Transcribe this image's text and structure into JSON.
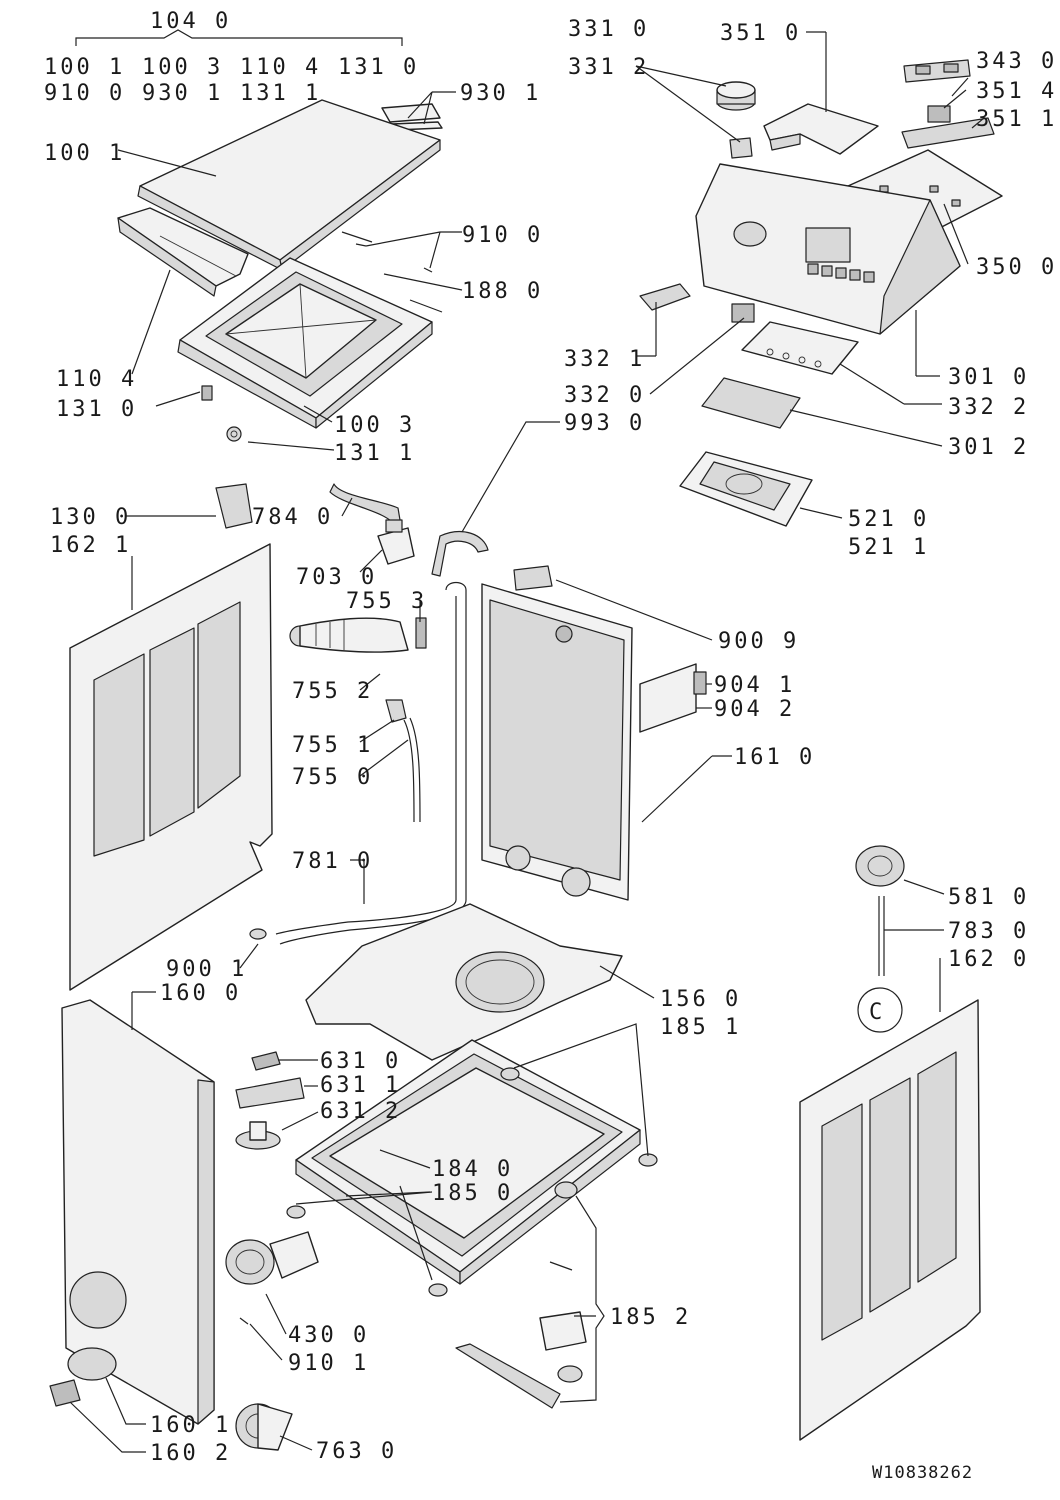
{
  "drawing_code": "W10838262",
  "labels": {
    "l1040": "104 0",
    "l1001a": "100 1",
    "l1003a": "100 3",
    "l1104a": "110 4",
    "l1310a": "131 0",
    "l9100a": "910 0",
    "l9301a": "930 1",
    "l1311a": "131 1",
    "l9301b": "930 1",
    "l1001b": "100 1",
    "l9100b": "910 0",
    "l1880": "188 0",
    "l1104b": "110 4",
    "l1310b": "131 0",
    "l1003b": "100 3",
    "l1311b": "131 1",
    "l3310": "331 0",
    "l3312": "331 2",
    "l3510": "351 0",
    "l3430": "343 0",
    "l3514": "351 4",
    "l3511": "351 1",
    "l3500": "350 0",
    "l3321": "332 1",
    "l3320": "332 0",
    "l9930": "993 0",
    "l3010": "301 0",
    "l3322": "332 2",
    "l3012": "301 2",
    "l5210": "521 0",
    "l5211": "521 1",
    "l1300": "130 0",
    "l1621": "162 1",
    "l7840": "784 0",
    "l7030": "703 0",
    "l7553": "755 3",
    "l7552": "755 2",
    "l7551": "755 1",
    "l7550": "755 0",
    "l9009": "900 9",
    "l9041": "904 1",
    "l9042": "904 2",
    "l1610": "161 0",
    "l7810": "781 0",
    "l9001": "900 1",
    "l1600": "160 0",
    "l5810": "581 0",
    "l7830": "783 0",
    "l1620": "162 0",
    "l1560": "156 0",
    "l1851": "185 1",
    "l6310": "631 0",
    "l6311": "631 1",
    "l6312": "631 2",
    "l1840": "184 0",
    "l1850": "185 0",
    "l1852": "185 2",
    "l4300": "430 0",
    "l9101": "910 1",
    "l1601": "160 1",
    "l1602": "160 2",
    "l7630": "763 0",
    "marker_c": "C"
  }
}
